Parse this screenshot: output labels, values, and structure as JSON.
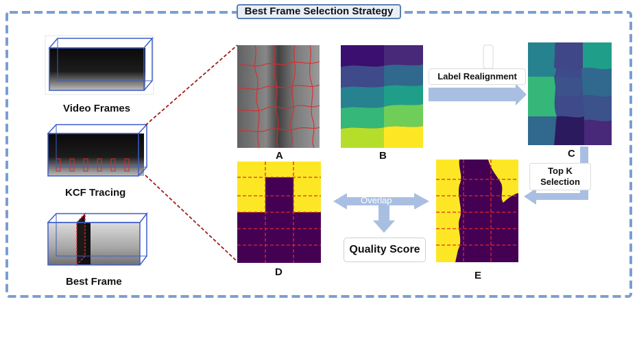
{
  "title": "Best Frame Selection Strategy",
  "left_column": {
    "video_frames_label": "Video Frames",
    "kcf_tracing_label": "KCF Tracing",
    "best_frame_label": "Best Frame"
  },
  "panels": {
    "a_label": "A",
    "b_label": "B",
    "c_label": "C",
    "d_label": "D",
    "e_label": "E"
  },
  "steps": {
    "label_realignment": "Label Realignment",
    "top_k_line1": "Top K",
    "top_k_line2": "Selection",
    "overlap": "Overlap",
    "quality_score": "Quality Score"
  },
  "colors": {
    "border_dash": "#7a9fd0",
    "title_border": "#5b7fb0",
    "arrow": "#a9bfe2",
    "mask_yellow": "#fde725",
    "mask_purple": "#440154",
    "grid_red": "#e0282a",
    "stack_outline": "#3d5cc8"
  },
  "icons": {
    "frame_stack": "frame-stack-icon",
    "ultrasound": "ultrasound-image-icon",
    "segmentation": "segmentation-map-icon"
  }
}
